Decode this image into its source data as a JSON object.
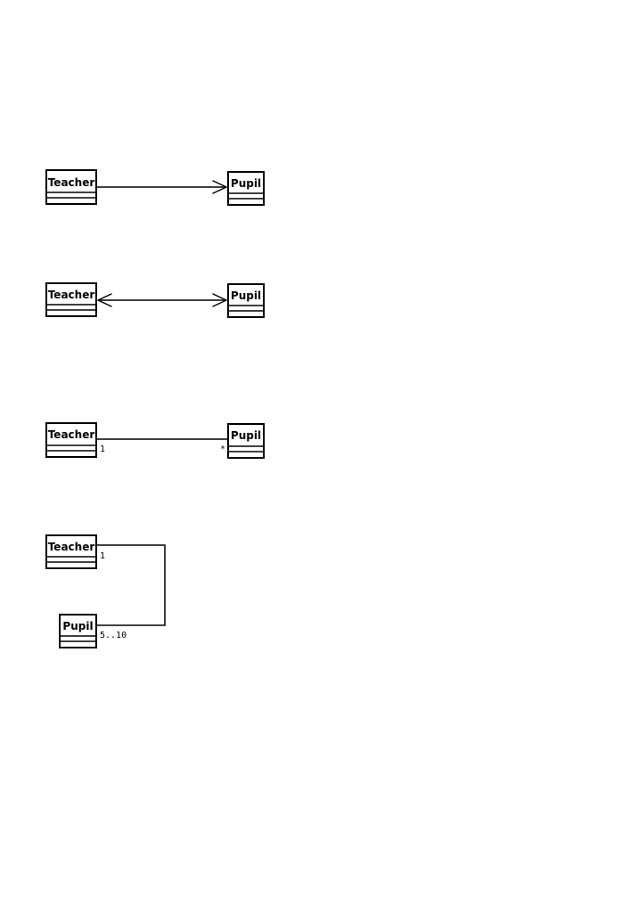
{
  "diagrams": [
    {
      "kind": "unidirectional-association",
      "source_class": "Teacher",
      "target_class": "Pupil"
    },
    {
      "kind": "bidirectional-association",
      "source_class": "Teacher",
      "target_class": "Pupil"
    },
    {
      "kind": "association-with-multiplicity",
      "source_class": "Teacher",
      "target_class": "Pupil",
      "source_multiplicity": "1",
      "target_multiplicity": "*"
    },
    {
      "kind": "association-with-multiplicity-routed",
      "source_class": "Teacher",
      "target_class": "Pupil",
      "source_multiplicity": "1",
      "target_multiplicity": "5..10"
    }
  ]
}
